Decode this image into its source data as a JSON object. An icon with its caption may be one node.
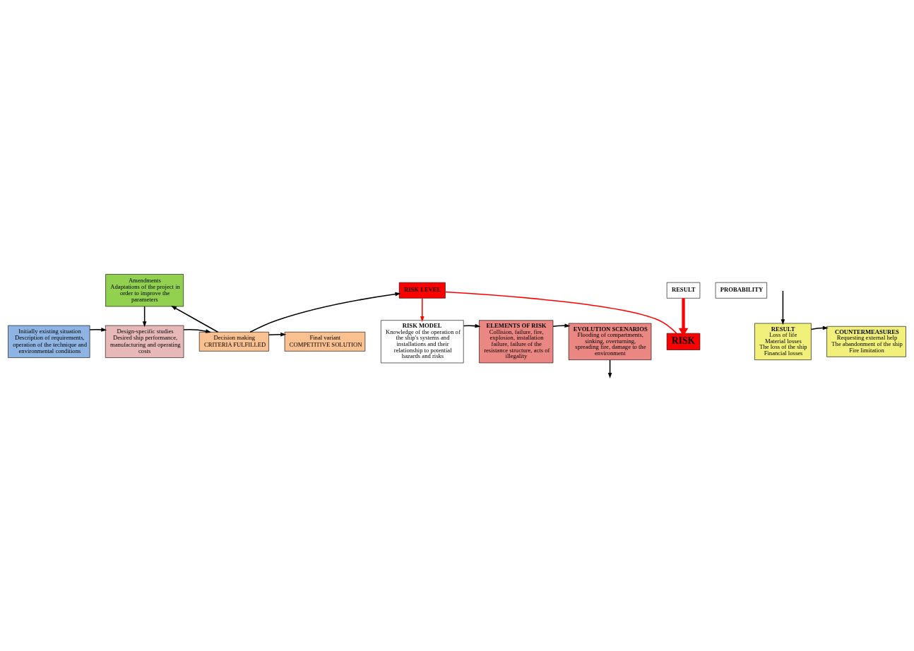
{
  "diagram": {
    "nodes": [
      {
        "text": [
          "Initially existing situation",
          "Description of requirements, operation of the technique and environmental conditions"
        ]
      },
      {
        "text": [
          "Amendments",
          "Adaptations of the project in order to improve the parameters"
        ]
      },
      {
        "text": [
          "Design-specific studies",
          "Desired ship performance, manufacturing and operating costs"
        ]
      },
      {
        "text": [
          "Decision making",
          "CRITERIA FULFILLED"
        ]
      },
      {
        "text": [
          "Final variant",
          "COMPETITIVE SOLUTION"
        ]
      },
      {
        "text": [
          "RISK LEVEL"
        ]
      },
      {
        "text": [
          "RISK MODEL",
          "Knowledge of the operation of the ship's systems and installations and their relationship to potential hazards and risks"
        ]
      },
      {
        "text": [
          "ELEMENTS OF RISK",
          "Collision, failure, fire, explosion, installation failure, failure of the resistance structure, acts of illegality"
        ]
      },
      {
        "text": [
          "EVOLUTION SCENARIOS",
          "Flooding of compartments, sinking, overturning, spreading fire, damage to the environment"
        ]
      },
      {
        "text": [
          "PROBABILITY"
        ]
      },
      {
        "text": [
          "RESULT"
        ]
      },
      {
        "text": [
          "RESULT",
          "Loss of life",
          "Material losses",
          "The loss of the ship",
          "Financial losses"
        ]
      },
      {
        "text": [
          "COUNTERMEASURES",
          "Requesting external help",
          "The abandonment of the ship",
          "Fire limitation"
        ]
      },
      {
        "text": [
          "RISK"
        ]
      }
    ],
    "edges": [
      {
        "from": 0,
        "to": 2,
        "arrow": "to"
      },
      {
        "from": 2,
        "to": 3,
        "arrow": "to"
      },
      {
        "from": 3,
        "to": 4,
        "arrow": "to"
      },
      {
        "from": 3,
        "to": 1,
        "arrow": "to"
      },
      {
        "from": 1,
        "to": 2,
        "arrow": "to"
      },
      {
        "from": 3,
        "to": 5,
        "arrow": "to"
      },
      {
        "from": 5,
        "to": 6,
        "arrow": "to",
        "color": "#ff0000"
      },
      {
        "from": 6,
        "to": 7,
        "arrow": "to"
      },
      {
        "from": 7,
        "to": 8,
        "arrow": "to"
      },
      {
        "from": 8,
        "to": null,
        "arrow": "to"
      },
      {
        "from": null,
        "to": 11,
        "arrow": "to"
      },
      {
        "from": 11,
        "to": 12,
        "arrow": "to"
      },
      {
        "from": 10,
        "to": 13,
        "arrow": "to",
        "style": "thick",
        "color": "#ff0000"
      },
      {
        "from": 13,
        "to": 5,
        "arrow": "none",
        "color": "#ff0000"
      }
    ]
  }
}
